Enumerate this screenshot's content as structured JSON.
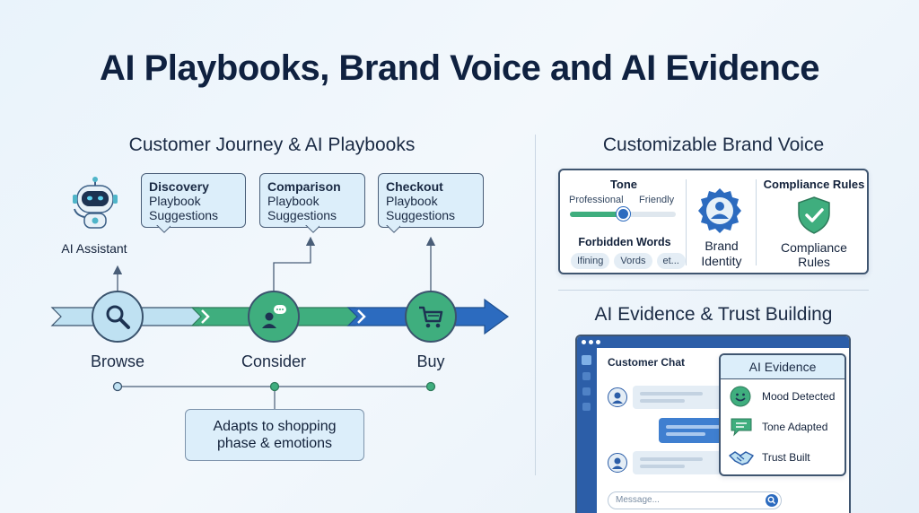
{
  "title": "AI Playbooks, Brand Voice and AI Evidence",
  "journey": {
    "section_title": "Customer Journey & AI Playbooks",
    "assistant_label": "AI Assistant",
    "bubbles": [
      {
        "title": "Discovery",
        "line1": "Playbook",
        "line2": "Suggestions"
      },
      {
        "title": "Comparison",
        "line1": "Playbook",
        "line2": "Suggestions"
      },
      {
        "title": "Checkout",
        "line1": "Playbook",
        "line2": "Suggestions"
      }
    ],
    "stages": [
      "Browse",
      "Consider",
      "Buy"
    ],
    "note_line1": "Adapts to shopping",
    "note_line2": "phase & emotions",
    "colors": {
      "browse": "#bfe1f2",
      "consider": "#3fae7e",
      "buy": "#2c6bbf"
    }
  },
  "brand_voice": {
    "section_title": "Customizable Brand Voice",
    "tone_label": "Tone",
    "slider_left": "Professional",
    "slider_right": "Friendly",
    "slider_value": 0.5,
    "forbidden_label": "Forbidden Words",
    "forbidden_words": [
      "Ifining",
      "Vords",
      "et..."
    ],
    "identity_line1": "Brand",
    "identity_line2": "Identity",
    "compliance_title": "Compliance Rules",
    "compliance_line1": "Compliance",
    "compliance_line2": "Rules"
  },
  "evidence": {
    "section_title": "AI Evidence & Trust Building",
    "chat_title": "Customer Chat",
    "panel_title": "AI Evidence",
    "items": [
      "Mood Detected",
      "Tone Adapted",
      "Trust Built"
    ],
    "message_placeholder": "Message..."
  }
}
